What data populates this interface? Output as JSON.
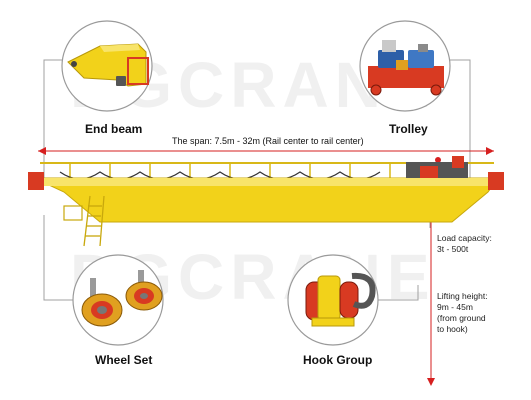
{
  "watermark": "DGCRANE",
  "components": {
    "end_beam": "End beam",
    "trolley": "Trolley",
    "wheel_set": "Wheel Set",
    "hook_group": "Hook Group"
  },
  "span_label": "The span: 7.5m - 32m (Rail center to rail center)",
  "load_capacity": {
    "line1": "Load capacity:",
    "line2": "3t - 500t"
  },
  "lifting_height": {
    "line1": "Lifting height:",
    "line2": "9m - 45m",
    "line3": "(from ground",
    "line4": "to hook)"
  },
  "colors": {
    "crane_yellow": "#f2d21a",
    "dimension_red": "#d61f1f",
    "callout_grey": "#9a9a9a",
    "trolley_red": "#d83a22",
    "trolley_blue": "#2d5fa8"
  }
}
